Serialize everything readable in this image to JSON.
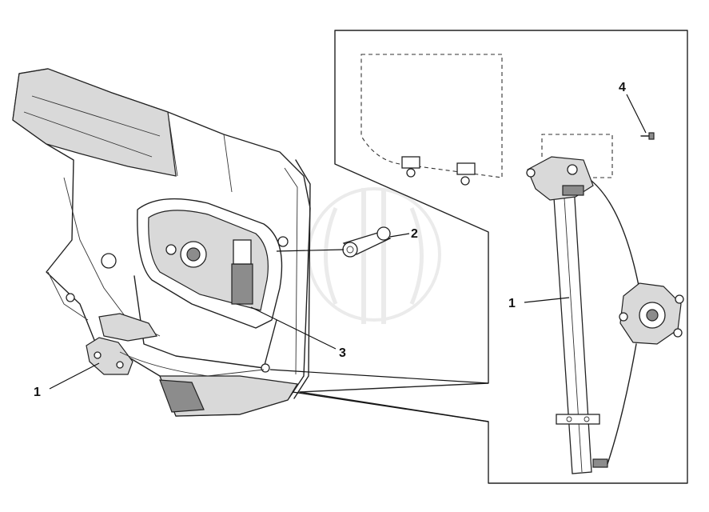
{
  "callouts": {
    "c1_left": "1",
    "c1_right": "1",
    "c2": "2",
    "c3": "3",
    "c4": "4"
  },
  "colors": {
    "line": "#222222",
    "shade": "#d9d9d9",
    "watermark": "#c8c8c8"
  }
}
